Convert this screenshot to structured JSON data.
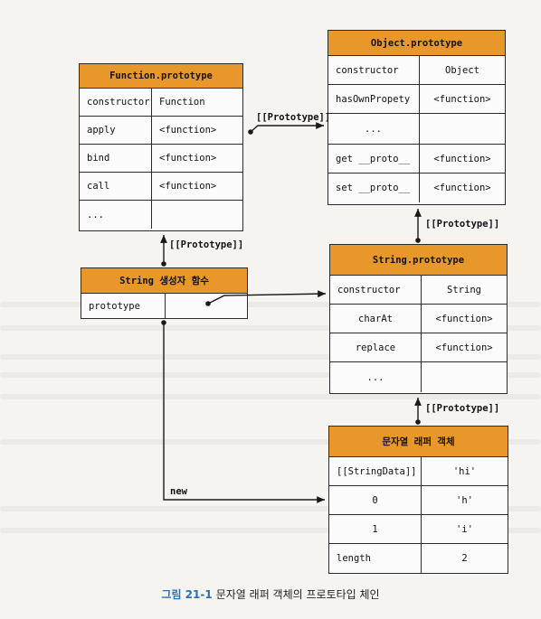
{
  "function_prototype": {
    "title": "Function.prototype",
    "rows": [
      {
        "key": "constructor",
        "value": "Function"
      },
      {
        "key": "apply",
        "value": "<function>"
      },
      {
        "key": "bind",
        "value": "<function>"
      },
      {
        "key": "call",
        "value": "<function>"
      },
      {
        "key": "...",
        "value": ""
      }
    ]
  },
  "object_prototype": {
    "title": "Object.prototype",
    "rows": [
      {
        "key": "constructor",
        "value": "Object"
      },
      {
        "key": "hasOwnPropety",
        "value": "<function>"
      },
      {
        "key": "...",
        "value": ""
      },
      {
        "key": "get __proto__",
        "value": "<function>"
      },
      {
        "key": "set __proto__",
        "value": "<function>"
      }
    ]
  },
  "string_constructor": {
    "title": "String 생성자 함수",
    "rows": [
      {
        "key": "prototype",
        "value": ""
      }
    ]
  },
  "string_prototype": {
    "title": "String.prototype",
    "rows": [
      {
        "key": "constructor",
        "value": "String"
      },
      {
        "key": "charAt",
        "value": "<function>"
      },
      {
        "key": "replace",
        "value": "<function>"
      },
      {
        "key": "...",
        "value": ""
      }
    ]
  },
  "wrapper_object": {
    "title": "문자열 래퍼 객체",
    "rows": [
      {
        "key": "[[StringData]]",
        "value": "'hi'"
      },
      {
        "key": "0",
        "value": "'h'"
      },
      {
        "key": "1",
        "value": "'i'"
      },
      {
        "key": "length",
        "value": "2"
      }
    ]
  },
  "links": {
    "fn_to_obj": "[[Prototype]]",
    "strctor_to_fn": "[[Prototype]]",
    "strproto_to_obj": "[[Prototype]]",
    "wrapper_to_strproto": "[[Prototype]]",
    "new_label": "new"
  },
  "caption": {
    "figure": "그림 21-1",
    "text": "문자열 래퍼 객체의 프로토타입 체인"
  }
}
